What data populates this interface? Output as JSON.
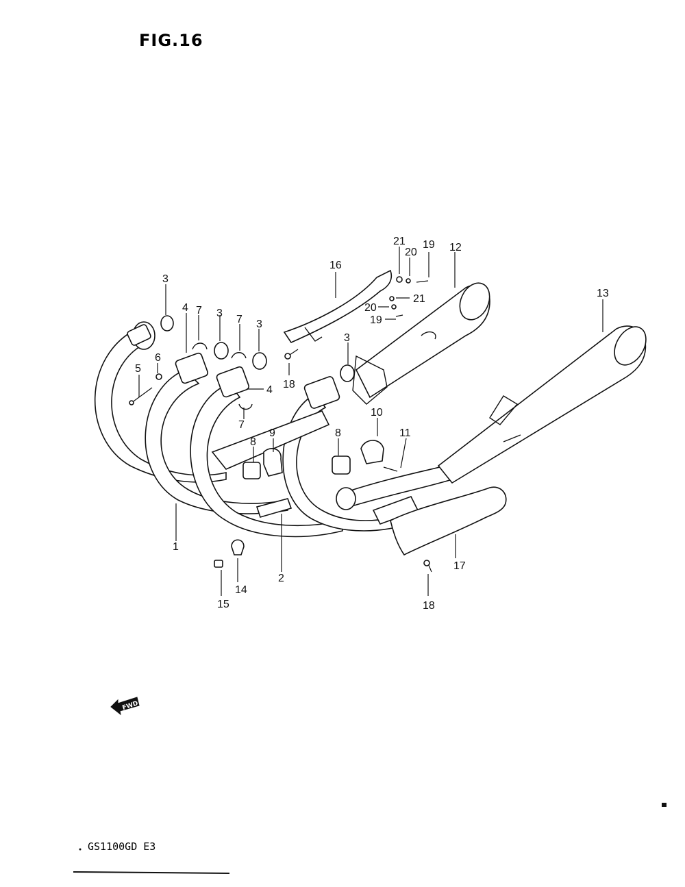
{
  "figure_title": "FIG.16",
  "model_code": "GS1100GD E3",
  "fwd_label": "FWD",
  "callouts": [
    {
      "id": "c1",
      "text": "1"
    },
    {
      "id": "c2",
      "text": "2"
    },
    {
      "id": "c3a",
      "text": "3"
    },
    {
      "id": "c3b",
      "text": "3"
    },
    {
      "id": "c3c",
      "text": "3"
    },
    {
      "id": "c3d",
      "text": "3"
    },
    {
      "id": "c4a",
      "text": "4"
    },
    {
      "id": "c4b",
      "text": "4"
    },
    {
      "id": "c5",
      "text": "5"
    },
    {
      "id": "c6",
      "text": "6"
    },
    {
      "id": "c7a",
      "text": "7"
    },
    {
      "id": "c7b",
      "text": "7"
    },
    {
      "id": "c7c",
      "text": "7"
    },
    {
      "id": "c8a",
      "text": "8"
    },
    {
      "id": "c8b",
      "text": "8"
    },
    {
      "id": "c9",
      "text": "9"
    },
    {
      "id": "c10",
      "text": "10"
    },
    {
      "id": "c11",
      "text": "11"
    },
    {
      "id": "c12",
      "text": "12"
    },
    {
      "id": "c13",
      "text": "13"
    },
    {
      "id": "c14",
      "text": "14"
    },
    {
      "id": "c15",
      "text": "15"
    },
    {
      "id": "c16",
      "text": "16"
    },
    {
      "id": "c17",
      "text": "17"
    },
    {
      "id": "c18a",
      "text": "18"
    },
    {
      "id": "c18b",
      "text": "18"
    },
    {
      "id": "c19a",
      "text": "19"
    },
    {
      "id": "c19b",
      "text": "19"
    },
    {
      "id": "c20a",
      "text": "20"
    },
    {
      "id": "c20b",
      "text": "20"
    },
    {
      "id": "c21a",
      "text": "21"
    },
    {
      "id": "c21b",
      "text": "21"
    }
  ]
}
